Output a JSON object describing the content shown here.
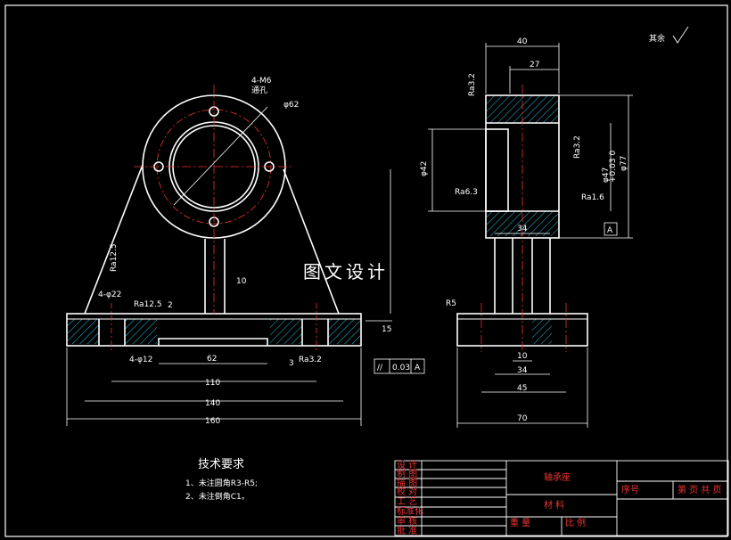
{
  "overlay_title": "图文设计",
  "surface_finish_other": "其余",
  "front_view": {
    "hole_note": "4-M6",
    "hole_note_2": "通孔",
    "dia_flange": "φ62",
    "ra_left": "Ra12.5",
    "ra_base": "Ra12.5",
    "holes_22": "4-φ22",
    "holes_12": "4-φ12",
    "ra_bottom": "Ra3.2",
    "dim_10": "10",
    "dim_2": "2",
    "dim_15": "15",
    "dim_3": "3",
    "dim_62": "62",
    "dim_110": "110",
    "dim_140": "140",
    "dim_160": "160",
    "tol_value": "0.03",
    "tol_datum": "A"
  },
  "side_view": {
    "dim_40": "40",
    "dim_27": "27",
    "ra_top": "Ra3.2",
    "ra_bore": "Ra3.2",
    "ra_63": "Ra6.3",
    "ra_16": "Ra1.6",
    "dia_42": "φ42",
    "dia_47": "φ47",
    "dia_47_tol": "+0.03 0",
    "dia_77": "φ77",
    "datum": "A",
    "corner": "R5",
    "dim_34_top": "34",
    "dim_10": "10",
    "dim_34": "34",
    "dim_45": "45",
    "dim_70": "70"
  },
  "tech_req": {
    "title": "技术要求",
    "line1": "1、未注圆角R3-R5;",
    "line2": "2、未注倒角C1。"
  },
  "title_block": {
    "part_name": "轴承座",
    "material": "材  料",
    "seq": "序号",
    "sheet": "第 页 共 页",
    "c1": "设 计",
    "c2": "制 图",
    "c3": "描 图",
    "c4": "校 对",
    "c5": "工 艺",
    "c6": "标准化",
    "c7": "审 核",
    "c8": "批 准",
    "w1": "重 量",
    "w2": "比 例"
  }
}
